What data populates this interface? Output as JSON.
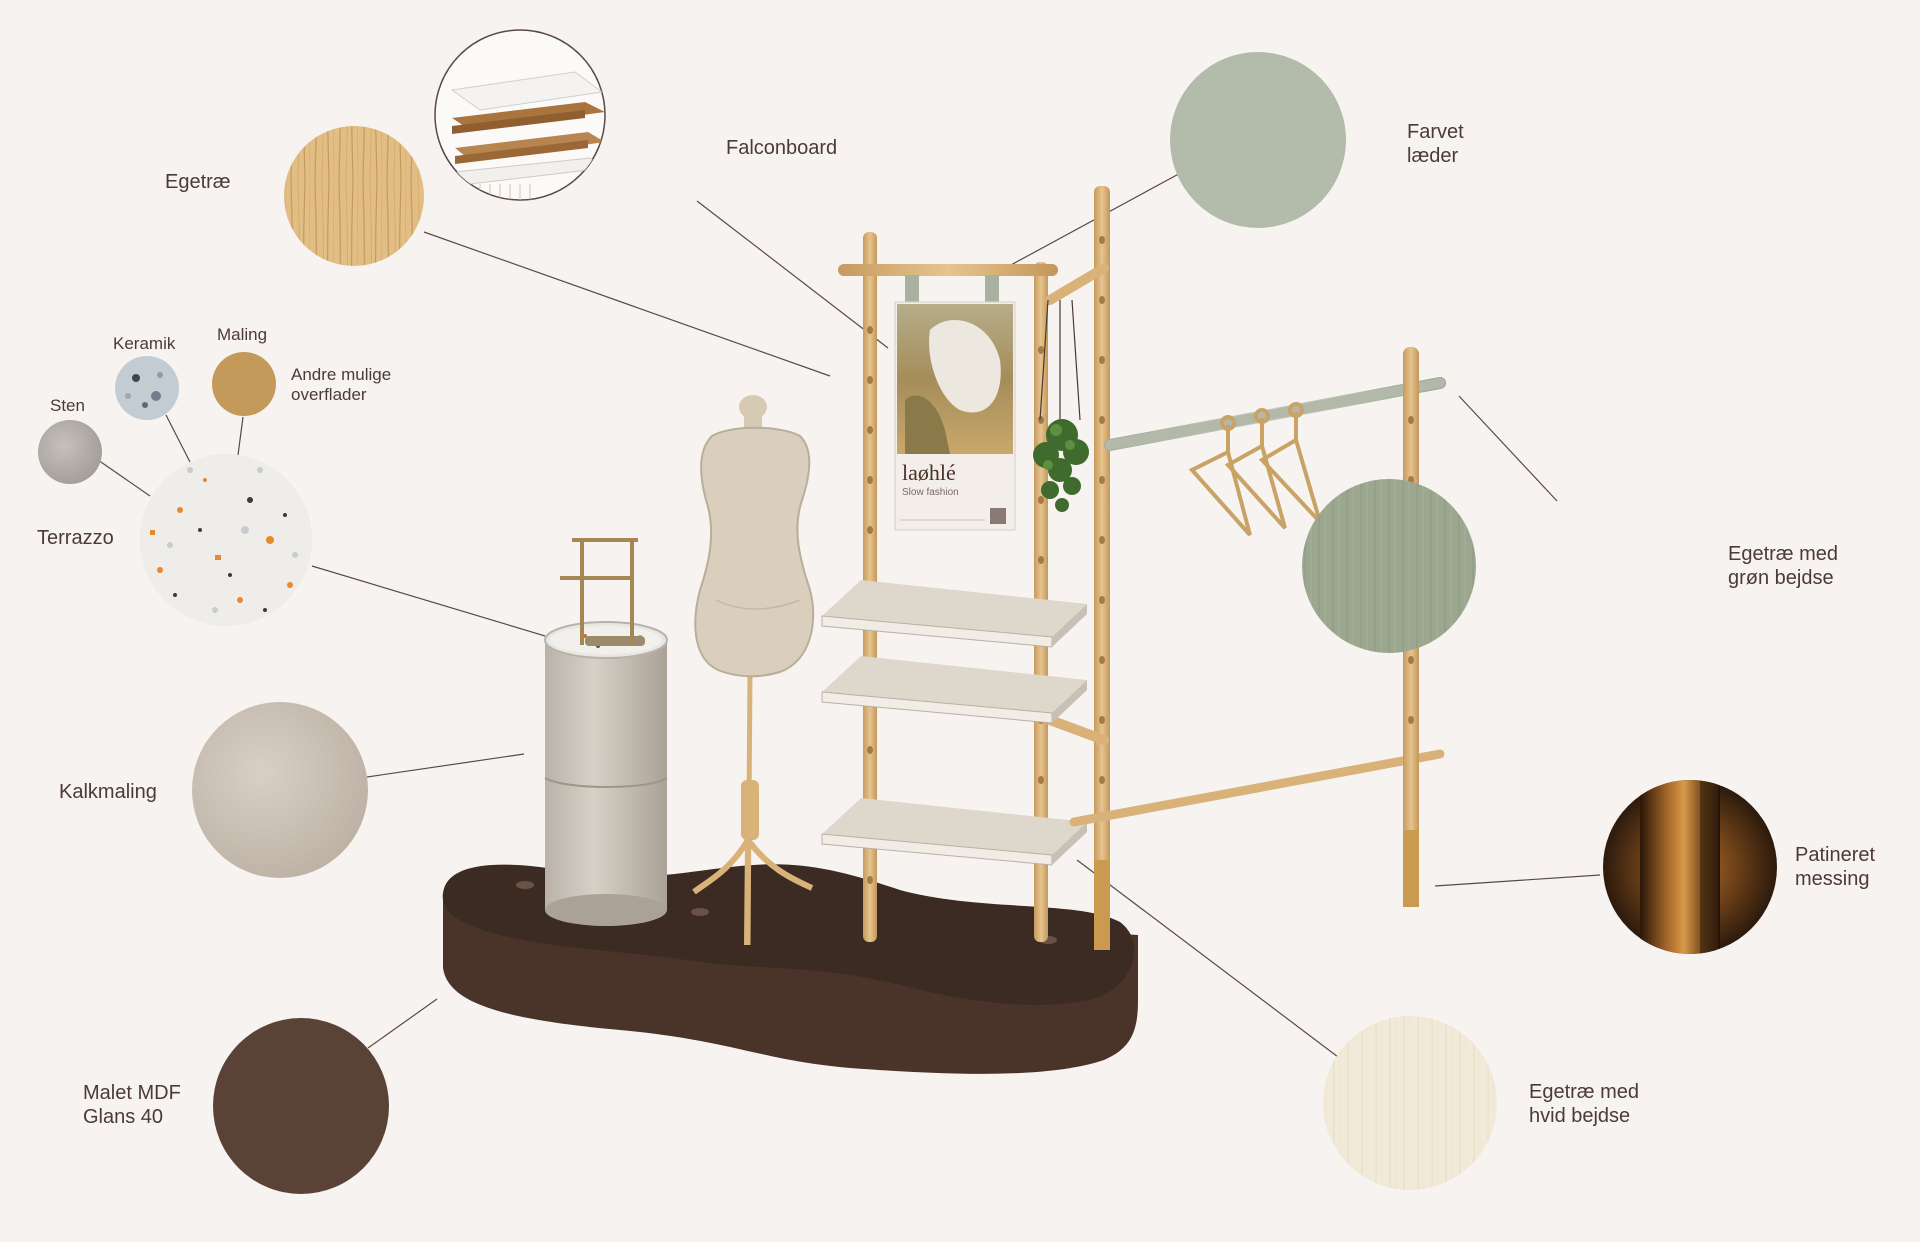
{
  "materials": {
    "egetrae": "Egetræ",
    "falconboard": "Falconboard",
    "farvet_laeder": [
      "Farvet",
      "læder"
    ],
    "keramik": "Keramik",
    "maling": "Maling",
    "andre_mulige": [
      "Andre mulige",
      "overflader"
    ],
    "sten": "Sten",
    "terrazzo": "Terrazzo",
    "kalkmaling": "Kalkmaling",
    "malet_mdf": [
      "Malet MDF",
      "Glans 40"
    ],
    "egetrae_groen": [
      "Egetræ med",
      "grøn bejdse"
    ],
    "patineret_messing": [
      "Patineret",
      "messing"
    ],
    "egetrae_hvid": [
      "Egetræ med",
      "hvid bejdse"
    ]
  },
  "poster": {
    "brand": "laøhlé",
    "tagline": "Slow fashion"
  },
  "colors": {
    "background": "#f7f3f1",
    "oak": "#d9b27a",
    "leather_green": "#b3bcab",
    "green_stain": "#9aa590",
    "brass": "#7a4a1c",
    "chalk_paint": "#cdc3b8",
    "mdf_brown": "#5a4236",
    "white_stain": "#efe7d6",
    "paint_swatch": "#c49a5a",
    "stone": "#b8b2ad",
    "ceramic": "#c2cad2",
    "terrazzo": "#efefec"
  },
  "icons": [
    "circle-swatch",
    "leader-line"
  ]
}
